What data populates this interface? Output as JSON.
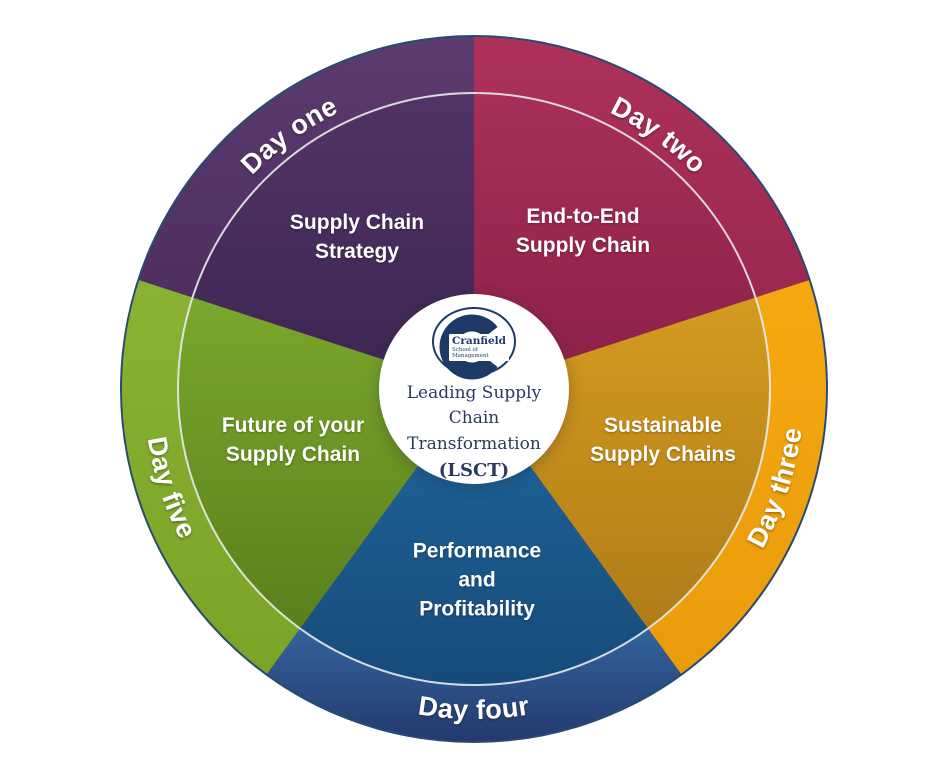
{
  "wheel": {
    "background": "#ffffff",
    "rim_color": "#264a70",
    "separator_color": "#e8ebee",
    "center": {
      "logo": {
        "brand": "Cranfield",
        "sub1": "School of",
        "sub2": "Management",
        "color": "#1d3a66"
      },
      "title_line1": "Leading Supply Chain",
      "title_line2": "Transformation",
      "title_code": "(LSCT)",
      "title_color": "#2b3a5c"
    },
    "segments": [
      {
        "id": "day-one",
        "day_label": "Day one",
        "topic": "Supply Chain\nStrategy",
        "start_angle": 288,
        "end_angle": 360,
        "label_side": "top",
        "ring_color_top": "#5c3b6f",
        "ring_color_bottom": "#4e2f60",
        "inner_top": "#513466",
        "inner_bottom": "#3d2552"
      },
      {
        "id": "day-two",
        "day_label": "Day two",
        "topic": "End-to-End\nSupply Chain",
        "start_angle": 0,
        "end_angle": 72,
        "label_side": "top",
        "ring_color_top": "#ad315b",
        "ring_color_bottom": "#9c2750",
        "inner_top": "#a72f59",
        "inner_bottom": "#8c2048"
      },
      {
        "id": "day-three",
        "day_label": "Day three",
        "topic": "Sustainable\nSupply Chains",
        "start_angle": 72,
        "end_angle": 144,
        "label_side": "bottom",
        "ring_color_top": "#f5a90f",
        "ring_color_bottom": "#ea9b0b",
        "inner_top": "#d49b1e",
        "inner_bottom": "#b07c18"
      },
      {
        "id": "day-four",
        "day_label": "Day four",
        "topic": "Performance\nand\nProfitability",
        "start_angle": 144,
        "end_angle": 216,
        "label_side": "bottom",
        "ring_color_top": "#33639d",
        "ring_color_bottom": "#243a6e",
        "inner_top": "#21669c",
        "inner_bottom": "#164b7a"
      },
      {
        "id": "day-five",
        "day_label": "Day five",
        "topic": "Future of your\nSupply Chain",
        "start_angle": 216,
        "end_angle": 288,
        "label_side": "bottom",
        "ring_color_top": "#8ab232",
        "ring_color_bottom": "#7aa427",
        "inner_top": "#7ba72c",
        "inner_bottom": "#5a7f1c"
      }
    ]
  }
}
